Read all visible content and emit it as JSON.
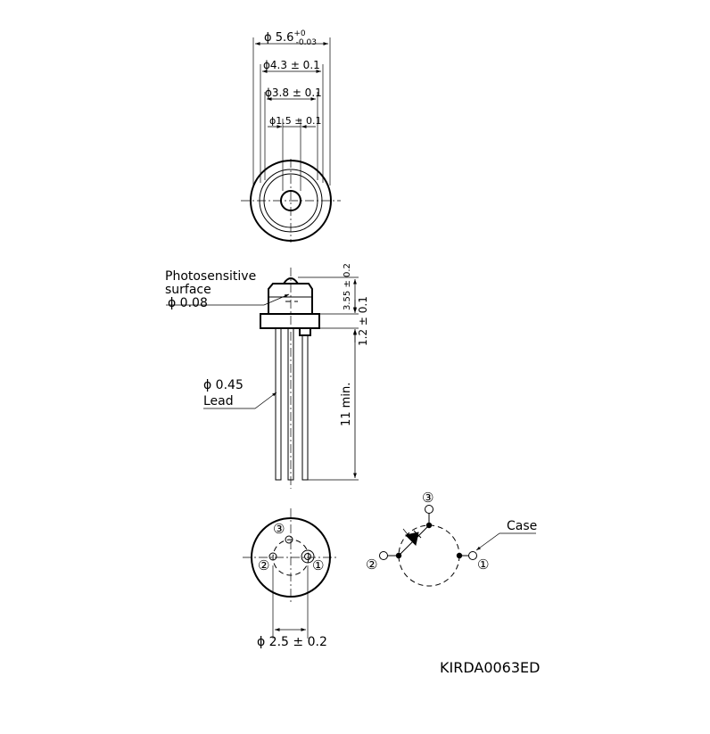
{
  "top_view": {
    "dim_outer": {
      "prefix": "ϕ 5.6",
      "sup": "+0",
      "sub": "-0.03"
    },
    "dim_43": "ϕ4.3 ± 0.1",
    "dim_38": "ϕ3.8 ± 0.1",
    "dim_15": "ϕ1.5 ± 0.1"
  },
  "side_view": {
    "photo_label_1": "Photosensitive",
    "photo_label_2": "surface",
    "photo_label_3": "ϕ 0.08",
    "lead_label_1": "ϕ 0.45",
    "lead_label_2": "Lead",
    "dim_355": "3.55 ± 0.2",
    "dim_12": "1.2 ± 0.1",
    "dim_11": "11 min."
  },
  "bottom_view": {
    "pin_1": "①",
    "pin_2": "②",
    "pin_3": "③",
    "dim_25": "ϕ 2.5 ± 0.2"
  },
  "schematic": {
    "pin_1": "①",
    "pin_2": "②",
    "pin_3": "③",
    "case_label": "Case"
  },
  "drawing_id": "KIRDA0063ED"
}
